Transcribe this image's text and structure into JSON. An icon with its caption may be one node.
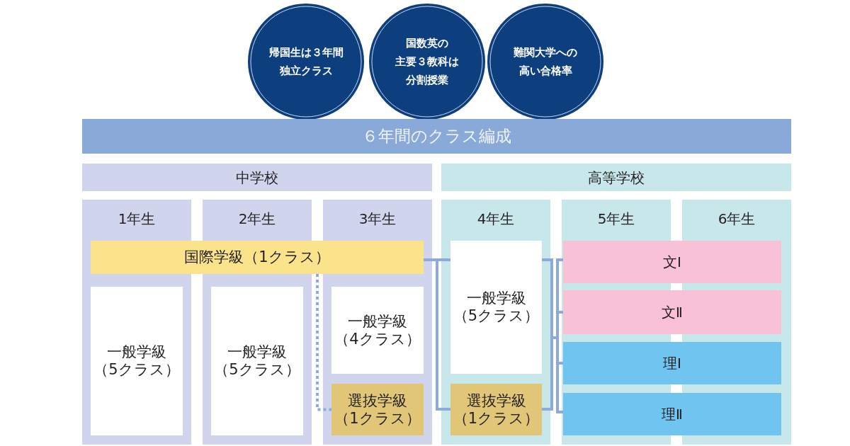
{
  "diagram": {
    "nodes": [
      {
        "text": [
          "帰国生は３年間独立クラス"
        ]
      },
      {
        "text": [
          "国数英の主要３教科は分割授業"
        ]
      },
      {
        "text": [
          "難関大学への高い合格率"
        ]
      },
      {
        "text": [
          "６年間のクラス編成"
        ]
      },
      {
        "text": [
          "中学校"
        ]
      },
      {
        "text": [
          "高等学校"
        ]
      },
      {
        "text": [
          "1年生"
        ]
      },
      {
        "text": [
          "2年生"
        ]
      },
      {
        "text": [
          "3年生"
        ]
      },
      {
        "text": [
          "4年生"
        ]
      },
      {
        "text": [
          "5年生"
        ]
      },
      {
        "text": [
          "6年生"
        ]
      },
      {
        "text": [
          "国際学級（1クラス）"
        ]
      },
      {
        "text": [
          "一般学級（5クラス）"
        ],
        "in": 6
      },
      {
        "text": [
          "一般学級（5クラス）"
        ],
        "in": 7
      },
      {
        "text": [
          "一般学級（4クラス）"
        ],
        "in": 8
      },
      {
        "text": [
          "選抜学級（1クラス）"
        ],
        "in": 8
      },
      {
        "text": [
          "一般学級（5クラス）"
        ],
        "in": 9
      },
      {
        "text": [
          "選抜学級（1クラス）"
        ],
        "in": 9
      },
      {
        "text": [
          "文Ⅰ"
        ]
      },
      {
        "text": [
          "文Ⅱ"
        ]
      },
      {
        "text": [
          "理Ⅰ"
        ]
      },
      {
        "text": [
          "理Ⅱ"
        ]
      }
    ],
    "edges": [
      {
        "from": 12,
        "to": 16,
        "arrow": "none",
        "style": "dashed"
      },
      {
        "from": 12,
        "to": 17,
        "arrow": "none"
      },
      {
        "from": 12,
        "to": 18,
        "arrow": "none"
      },
      {
        "from": 17,
        "to": 19,
        "arrow": "none"
      },
      {
        "from": 17,
        "to": 20,
        "arrow": "none"
      },
      {
        "from": 17,
        "to": 21,
        "arrow": "none"
      },
      {
        "from": 17,
        "to": 22,
        "arrow": "none"
      },
      {
        "from": 18,
        "to": 19,
        "arrow": "none"
      },
      {
        "from": 18,
        "to": 20,
        "arrow": "none"
      },
      {
        "from": 18,
        "to": 21,
        "arrow": "none"
      },
      {
        "from": 18,
        "to": 22,
        "arrow": "none"
      }
    ]
  }
}
